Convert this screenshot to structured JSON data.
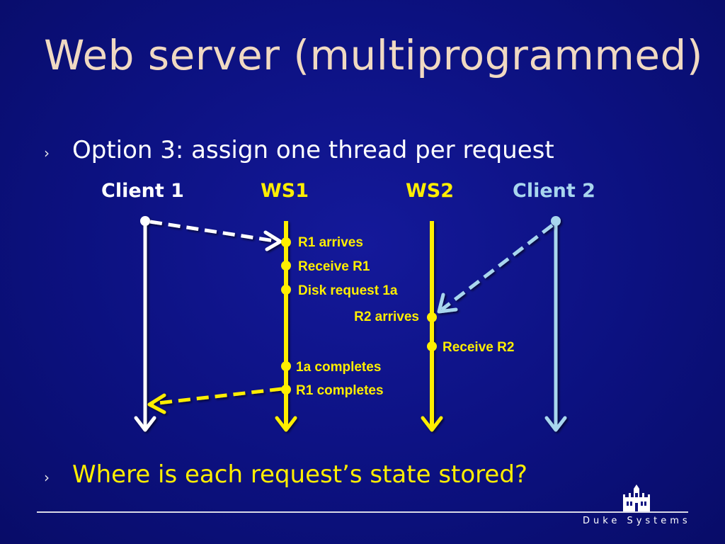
{
  "slide": {
    "title": "Web server (multiprogrammed)",
    "bullets": [
      {
        "marker": "›",
        "text": "Option 3: assign one thread per request"
      },
      {
        "marker": "›",
        "text": "Where is each request’s state stored?"
      }
    ]
  },
  "diagram": {
    "columns": [
      "Client 1",
      "WS1",
      "WS2",
      "Client 2"
    ],
    "events": {
      "r1_arrives": "R1 arrives",
      "receive_r1": "Receive R1",
      "disk_request": "Disk request 1a",
      "r2_arrives": "R2 arrives",
      "receive_r2": "Receive R2",
      "completes_1a": "1a completes",
      "r1_completes": "R1 completes"
    }
  },
  "footer": {
    "brand": "Duke Systems"
  },
  "colors": {
    "background": "#0c1180",
    "title": "#f0d9c2",
    "yellow": "#ffee00",
    "light_blue": "#a8d6ee",
    "white": "#ffffff"
  }
}
